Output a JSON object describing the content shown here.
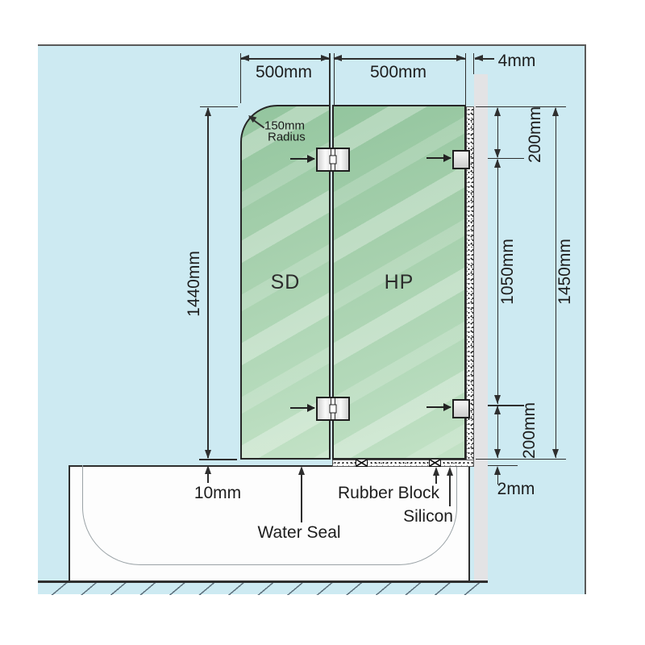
{
  "glass": {
    "left_panel": "SD",
    "right_panel": "HP"
  },
  "dims": {
    "panel1_width": "500mm",
    "panel2_width": "500mm",
    "wall_gap": "4mm",
    "panel_height": "1440mm",
    "hinge_top_offset": "200mm",
    "hinge_spacing": "1050mm",
    "hinge_bottom_offset": "200mm",
    "total_height": "1450mm",
    "bottom_clearance": "10mm",
    "silicon_gap": "2mm",
    "corner_radius_value": "150mm",
    "corner_radius_word": "Radius"
  },
  "annotations": {
    "water_seal": "Water Seal",
    "rubber_block": "Rubber Block",
    "silicon": "Silicon"
  },
  "colors": {
    "background_blue": "#cdeaf2",
    "glass_green": "#a6d0ad",
    "wall_gray": "#e3e3e5",
    "line_dark": "#2e2e2e"
  }
}
